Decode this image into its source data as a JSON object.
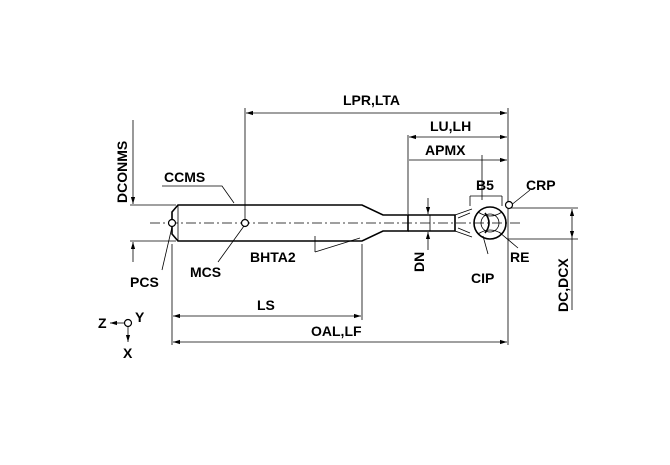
{
  "labels": {
    "lpr_lta": "LPR,LTA",
    "lu_lh": "LU,LH",
    "apmx": "APMX",
    "b5": "B5",
    "crp": "CRP",
    "dconms": "DCONMS",
    "ccms": "CCMS",
    "pcs": "PCS",
    "mcs": "MCS",
    "bhta2": "BHTA2",
    "dn": "DN",
    "cip": "CIP",
    "re": "RE",
    "dc_dcx": "DC,DCX",
    "ls": "LS",
    "oal_lf": "OAL,LF",
    "axis_z": "Z",
    "axis_y": "Y",
    "axis_x": "X"
  }
}
